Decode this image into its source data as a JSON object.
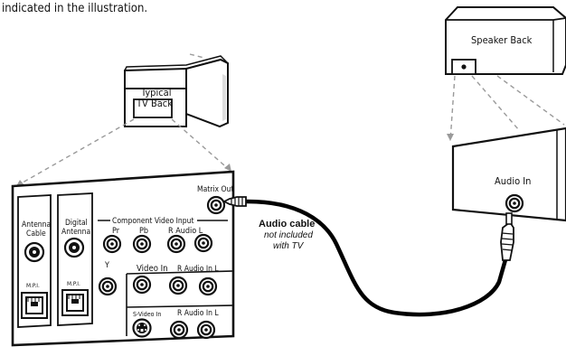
{
  "intro_text": "indicated in the illustration.",
  "tv": {
    "label_line1": "Typical",
    "label_line2": "TV Back"
  },
  "speaker": {
    "label": "Speaker Back",
    "audio_in_label": "Audio In"
  },
  "panel": {
    "matrix_out": "Matrix Out",
    "antenna_cable_line1": "Antenna",
    "antenna_cable_line2": "Cable",
    "digital_antenna_line1": "Digital",
    "digital_antenna_line2": "Antenna",
    "mpi_left": "M.P.I.",
    "mpi_right": "M.P.I.",
    "component_video_input": "Component Video Input",
    "pr": "Pr",
    "pb": "Pb",
    "r_audio_l_top": "R Audio L",
    "y": "Y",
    "video_in": "Video In",
    "r_audio_in_l_mid": "R Audio In L",
    "s_video_in": "S-Video In",
    "r_audio_in_l_bottom": "R Audio In L"
  },
  "cable": {
    "label": "Audio cable",
    "note_line1": "not included",
    "note_line2": "with TV"
  },
  "colors": {
    "line": "#111111",
    "dashed_guide": "#9a9a9a",
    "cable": "#000000"
  }
}
